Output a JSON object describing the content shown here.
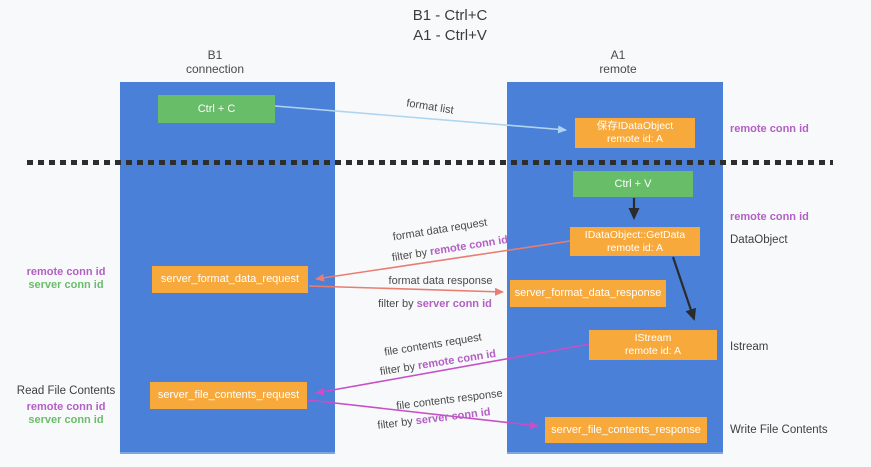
{
  "title": {
    "line1": "B1 - Ctrl+C",
    "line2": "A1 - Ctrl+V"
  },
  "columns": {
    "left": {
      "name": "B1",
      "role": "connection"
    },
    "right": {
      "name": "A1",
      "role": "remote"
    }
  },
  "boxes": {
    "ctrl_c": "Ctrl + C",
    "save_dataobject": {
      "line1": "保存IDataObject",
      "line2": "remote id: A"
    },
    "ctrl_v": "Ctrl + V",
    "getdata": {
      "line1": "IDataObject::GetData",
      "line2": "remote id: A"
    },
    "format_request": "server_format_data_request",
    "format_response": "server_format_data_response",
    "istream": {
      "line1": "IStream",
      "line2": "remote id: A"
    },
    "file_request": "server_file_contents_request",
    "file_response": "server_file_contents_response"
  },
  "flow_labels": {
    "format_list": "format list",
    "format_data_request": "format data request",
    "format_data_response": "format data response",
    "file_contents_request": "file contents request",
    "file_contents_response": "file contents response",
    "filter_by": "filter by",
    "remote_conn_id": "remote conn id",
    "server_conn_id": "server conn id"
  },
  "side_labels": {
    "right_remote_conn_id_top": "remote conn id",
    "right_remote_conn_id_mid": "remote conn id",
    "dataobject": "DataObject",
    "istream": "Istream",
    "write_file_contents": "Write File Contents",
    "left_remote_conn_id_top": "remote conn id",
    "left_server_conn_id_top": "server conn id",
    "read_file_contents": "Read File Contents",
    "left_remote_conn_id_bottom": "remote conn id",
    "left_server_conn_id_bottom": "server conn id"
  },
  "colors": {
    "lane_blue": "#4a80d8",
    "box_green": "#68bd68",
    "box_orange": "#f7a93c",
    "accent_purple": "#b35fc5",
    "accent_green": "#6abd6b",
    "arrow_light_blue": "#aed5f0",
    "arrow_red": "#e87d72",
    "arrow_magenta": "#c74fc7",
    "arrow_black": "#2b2b2b"
  }
}
